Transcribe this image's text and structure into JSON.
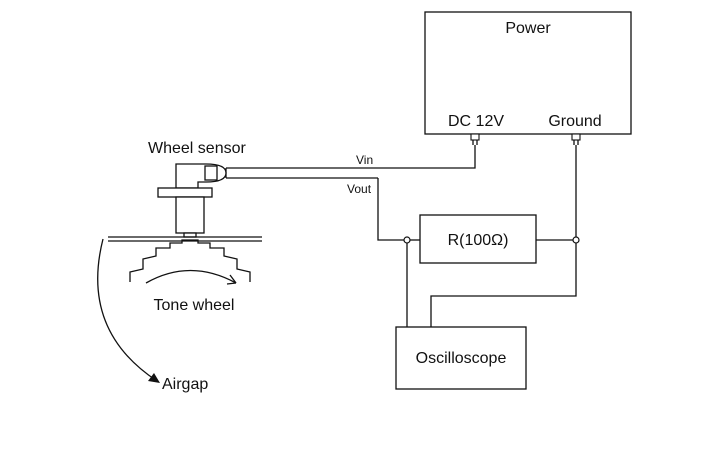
{
  "labels": {
    "power": "Power",
    "dc": "DC 12V",
    "ground": "Ground",
    "wheel_sensor": "Wheel sensor",
    "vin": "Vin",
    "vout": "Vout",
    "resistor": "R(100Ω)",
    "oscilloscope": "Oscilloscope",
    "tone_wheel": "Tone wheel",
    "airgap": "Airgap"
  }
}
